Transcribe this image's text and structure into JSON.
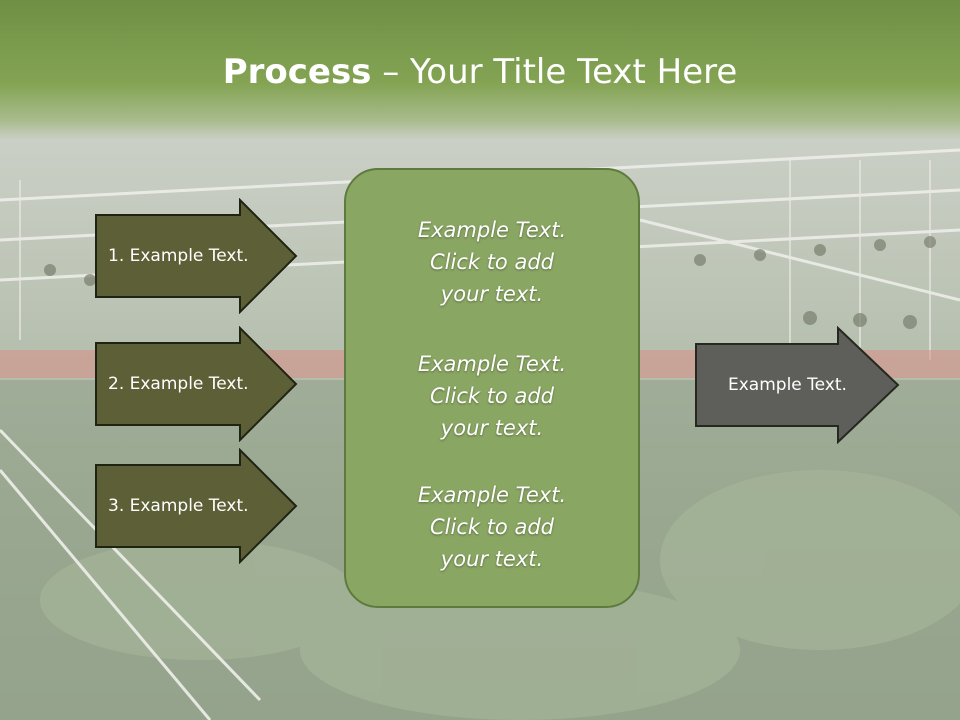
{
  "title": {
    "bold": "Process",
    "rest": " – Your Title Text Here"
  },
  "left_arrows": [
    {
      "label": "1. Example Text."
    },
    {
      "label": "2. Example Text."
    },
    {
      "label": "3. Example Text."
    }
  ],
  "center_blocks": [
    {
      "l1": "Example Text.",
      "l2": "Click  to add",
      "l3": "your text."
    },
    {
      "l1": "Example Text.",
      "l2": "Click  to add",
      "l3": "your text."
    },
    {
      "l1": "Example Text.",
      "l2": "Click  to add",
      "l3": "your text."
    }
  ],
  "right_arrow": {
    "label": "Example Text."
  },
  "colors": {
    "header": "#7b9b4c",
    "left_arrow_fill": "#5d5f37",
    "center_fill": "#8aa663",
    "right_arrow_fill": "#5e5f5a"
  }
}
